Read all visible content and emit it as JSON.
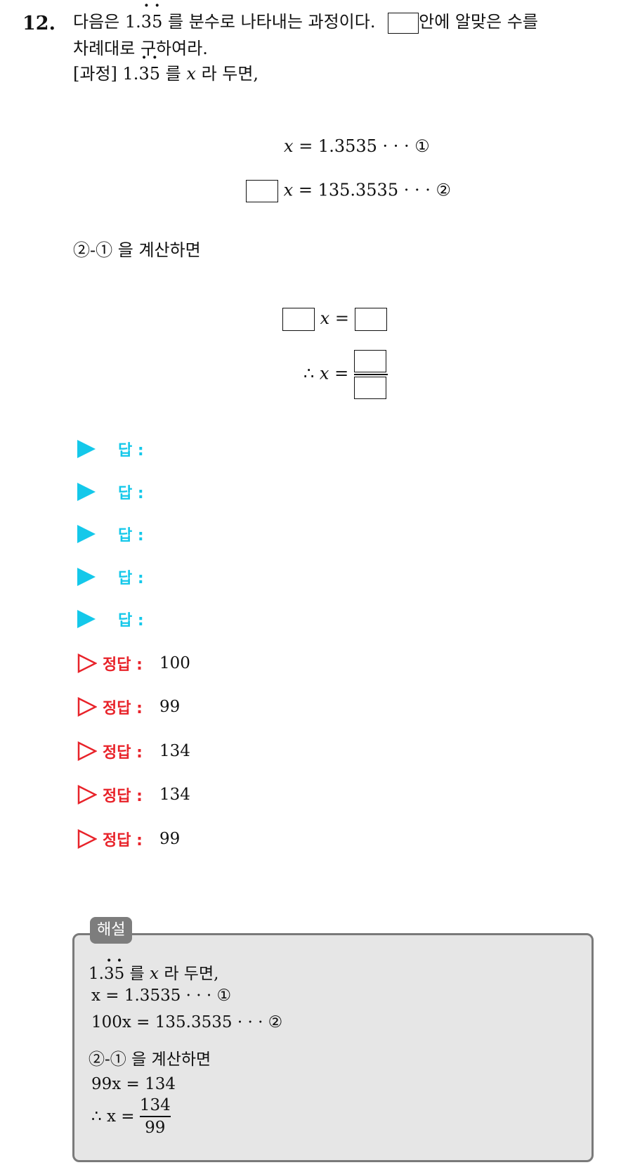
{
  "question": {
    "number": "12.",
    "line1_a": "다음은",
    "line1_repeating": "1.35",
    "line1_b": "를 분수로 나타내는 과정이다.",
    "line1_c": "안에 알맞은 수를",
    "line2": "차례대로 구하여라.",
    "line3_a": "[과정]",
    "line3_b": "를",
    "line3_var": "x",
    "line3_c": "라 두면,"
  },
  "process": {
    "eq1_var": "x",
    "eq1_rhs": "= 1.3535 · · · ①",
    "eq2_var": "x",
    "eq2_rhs": "= 135.3535 · · · ②",
    "subtract_text": "②-① 을 계산하면",
    "eq3_var": "x",
    "eq3_op": "=",
    "therefore": "∴",
    "eq4_var": "x",
    "eq4_op": "="
  },
  "answers": {
    "blank_label": "답 :",
    "correct_label": "정답 :",
    "correct_values": [
      "100",
      "99",
      "134",
      "134",
      "99"
    ]
  },
  "explanation": {
    "title": "해설",
    "line1_repeating": "1.35",
    "line1_rest": "를",
    "line1_var": "x",
    "line1_end": "라 두면,",
    "line2": "x = 1.3535 · · · ①",
    "line3": "100x = 135.3535 · · · ②",
    "line4": "②-① 을 계산하면",
    "line5": "99x = 134",
    "line6_prefix": "∴ x =",
    "line6_num": "134",
    "line6_den": "99"
  },
  "colors": {
    "answer_accent": "#14c8ea",
    "correct_accent": "#e8232a",
    "explain_bg": "#e6e6e6",
    "explain_border": "#7a7a7a"
  }
}
